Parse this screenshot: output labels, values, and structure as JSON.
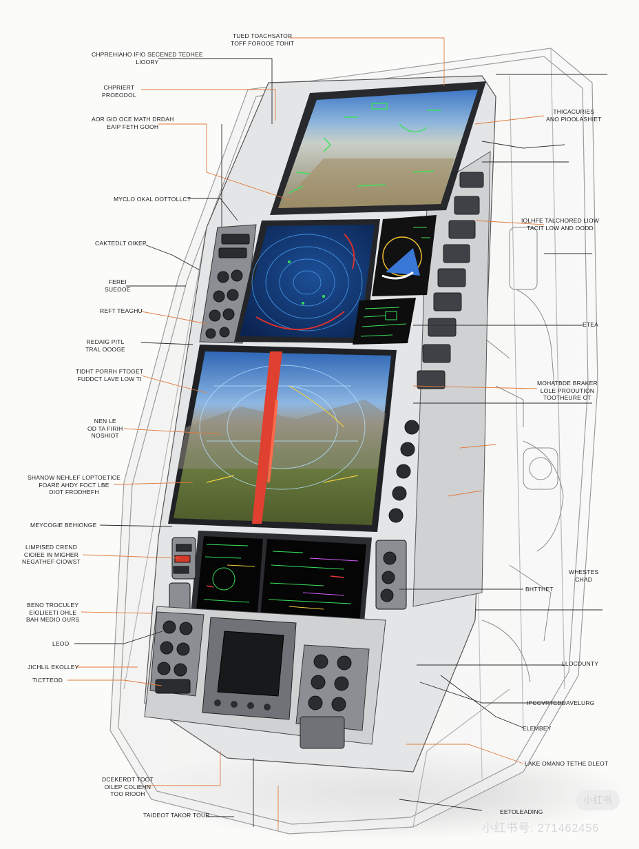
{
  "callouts": {
    "top_1": [
      "TUED TOACHSATOR",
      "TOFF FOROOE TOHIT"
    ],
    "left_1": [
      "CHPREHIAHO IFIO SECENED TEDHEE",
      "LIOORY"
    ],
    "left_2": [
      "CHPRIERT",
      "PROEODOL"
    ],
    "left_3": [
      "AOR GID OCE MATH DRDAH",
      "EAIP FETH GOOH"
    ],
    "left_4": [
      "MYCLO OKAL OOTTOLLCT"
    ],
    "left_5": [
      "CAKTEDLT OIKEP"
    ],
    "left_6": [
      "FEREI",
      "SUEOOE"
    ],
    "left_7": [
      "REFT TEAGHU"
    ],
    "left_8": [
      "REDAIG PITL",
      "TRAL OOOGE"
    ],
    "left_9": [
      "TIDHT PORRH FTOGET",
      "FUDDCT LAVE LOW TI"
    ],
    "left_10": [
      "NEN LE",
      "OD TA FIRIH",
      "NOSHIOT"
    ],
    "left_11": [
      "SHANOW NEHLEF LOPTOETICE",
      "FOARE AHDY FOCT LBE",
      "DIOT FRODHEFH"
    ],
    "left_12": [
      "MEYCOGIE BEHIONGE"
    ],
    "left_13": [
      "LIMPISED CREND",
      "CIOIEE IN MIGHER",
      "NEGATHEF CIOWST"
    ],
    "left_14": [
      "BENO TROCULEY",
      "EIOLIEETI OHLE",
      "BAH MEDIO OURS"
    ],
    "left_15": [
      "LEOO"
    ],
    "left_16": [
      "JICHLIL EKOLLEY"
    ],
    "left_17": [
      "TICTTEOD"
    ],
    "bottom_1": [
      "DCEKERDT TOOT",
      "OILEP COLIEHN",
      "TOO RIOOH"
    ],
    "bottom_2": [
      "TAIDEOT TAKOR TOUR"
    ],
    "right_1": [
      "THICACURIES",
      "ANO PIOOLASHIET"
    ],
    "right_2": [
      "IOLHFE TALCHORED LIOW",
      "TACIT LOW AND OODD"
    ],
    "right_3": [
      "ETEA"
    ],
    "right_4": [
      "MOHATBDE BRAKER",
      "LOLE PROOUTION",
      "TOOTHEURE OT"
    ],
    "right_5": [
      "WHESTES",
      "CHAD"
    ],
    "right_6": [
      "BHTTHET"
    ],
    "right_7": [
      "LLOCDUNTY"
    ],
    "right_8": [
      "IPCCVRTEDDAVELURG"
    ],
    "right_9": [
      "ELEMBEY"
    ],
    "right_10": [
      "LAKE OMANO TETHE DLEOT"
    ],
    "right_11": [
      "EETOLEADING"
    ]
  },
  "watermark": {
    "logo": "小红书",
    "id_text": "小红书号: 271462456"
  },
  "colors": {
    "leader_orange": "#e07a3a",
    "leader_dark": "#2a2a2a",
    "hud_green": "#39e35a",
    "radar_blue": "#123a7a",
    "panel_grey": "#6f7378",
    "bezel": "#2b2d30"
  }
}
